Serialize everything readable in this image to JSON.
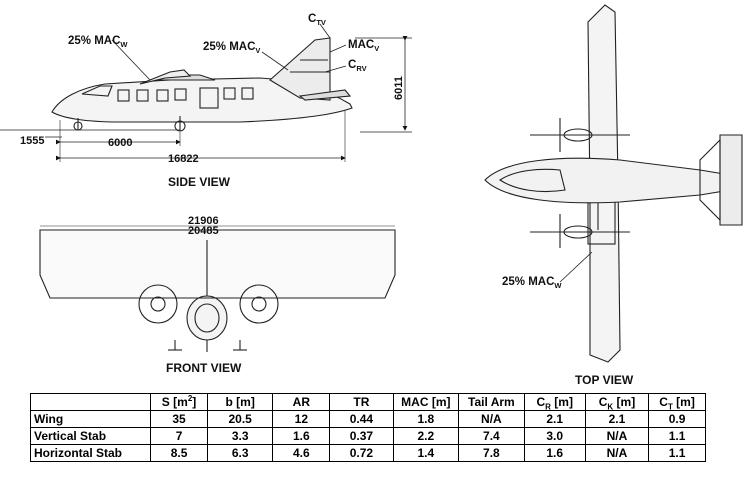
{
  "side_view": {
    "title": "SIDE VIEW",
    "mac_w_label": "25% MAC",
    "mac_w_sub": "W",
    "mac_v_label": "25% MAC",
    "mac_v_sub": "V",
    "ctv_label": "C",
    "ctv_sub": "TV",
    "macv_label": "MAC",
    "macv_sub": "V",
    "crv_label": "C",
    "crv_sub": "RV",
    "dim_height": "6011",
    "dim_1555": "1555",
    "dim_6000": "6000",
    "dim_length": "16822"
  },
  "front_view": {
    "title": "FRONT VIEW",
    "dim_span_outer": "21906",
    "dim_span_inner": "20485"
  },
  "top_view": {
    "title": "TOP VIEW",
    "mac_label": "25% MAC",
    "mac_sub": "W"
  },
  "table": {
    "headers": [
      {
        "main": "",
        "sub": "",
        "sup": ""
      },
      {
        "main": "S [m",
        "sub": "",
        "sup": "2",
        "tail": "]"
      },
      {
        "main": "b [m]",
        "sub": "",
        "sup": ""
      },
      {
        "main": "AR",
        "sub": "",
        "sup": ""
      },
      {
        "main": "TR",
        "sub": "",
        "sup": ""
      },
      {
        "main": "MAC [m]",
        "sub": "",
        "sup": ""
      },
      {
        "main": "Tail Arm",
        "sub": "",
        "sup": ""
      },
      {
        "main": "C",
        "sub": "R",
        "sup": "",
        "tail": " [m]"
      },
      {
        "main": "C",
        "sub": "K",
        "sup": "",
        "tail": " [m]"
      },
      {
        "main": "C",
        "sub": "T",
        "sup": "",
        "tail": " [m]"
      }
    ],
    "rows": [
      [
        "Wing",
        "35",
        "20.5",
        "12",
        "0.44",
        "1.8",
        "N/A",
        "2.1",
        "2.1",
        "0.9"
      ],
      [
        "Vertical Stab",
        "7",
        "3.3",
        "1.6",
        "0.37",
        "2.2",
        "7.4",
        "3.0",
        "N/A",
        "1.1"
      ],
      [
        "Horizontal Stab",
        "8.5",
        "6.3",
        "4.6",
        "0.72",
        "1.4",
        "7.8",
        "1.6",
        "N/A",
        "1.1"
      ]
    ]
  }
}
